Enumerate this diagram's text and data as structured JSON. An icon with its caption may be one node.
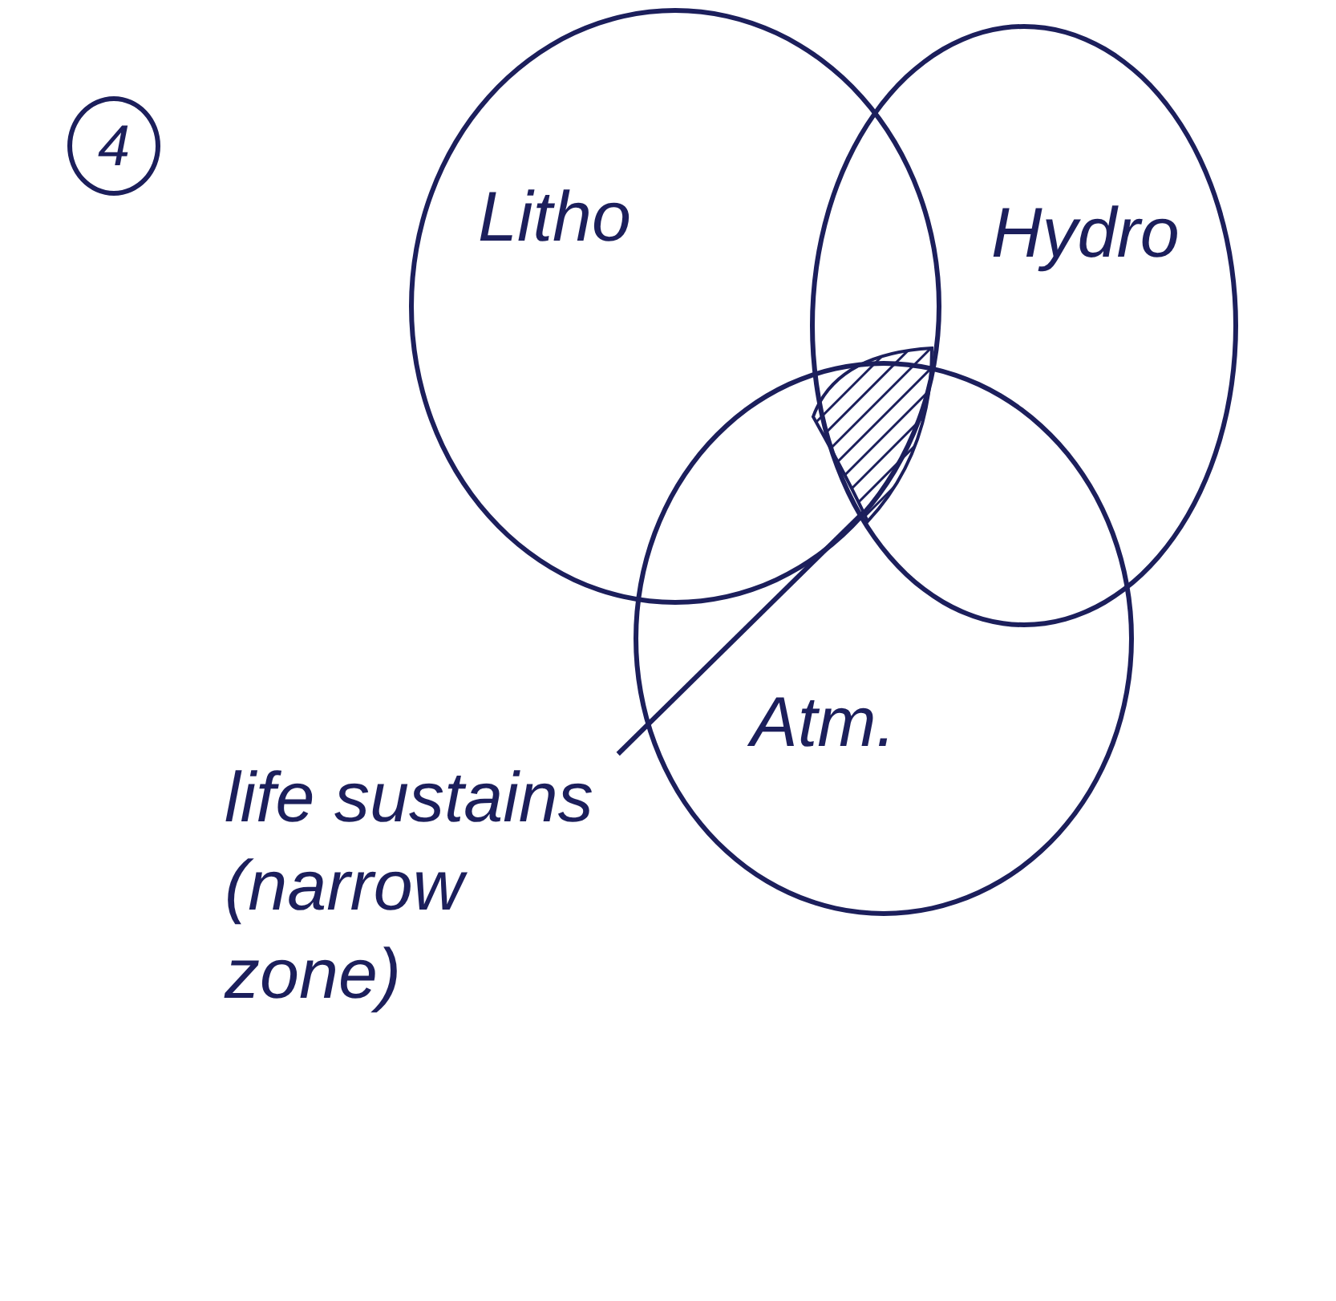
{
  "diagram": {
    "nodes": [
      {
        "text": [
          "4"
        ]
      },
      {
        "text": [
          "Litho"
        ]
      },
      {
        "text": [
          "Hydro"
        ]
      },
      {
        "text": [
          "Atm."
        ]
      },
      {
        "text": [
          "life sustains (narrow zone)"
        ]
      },
      {
        "text": [],
        "shape": "region"
      }
    ],
    "edges": [
      {
        "from": 4,
        "to": 5,
        "arrow": "none"
      }
    ]
  }
}
